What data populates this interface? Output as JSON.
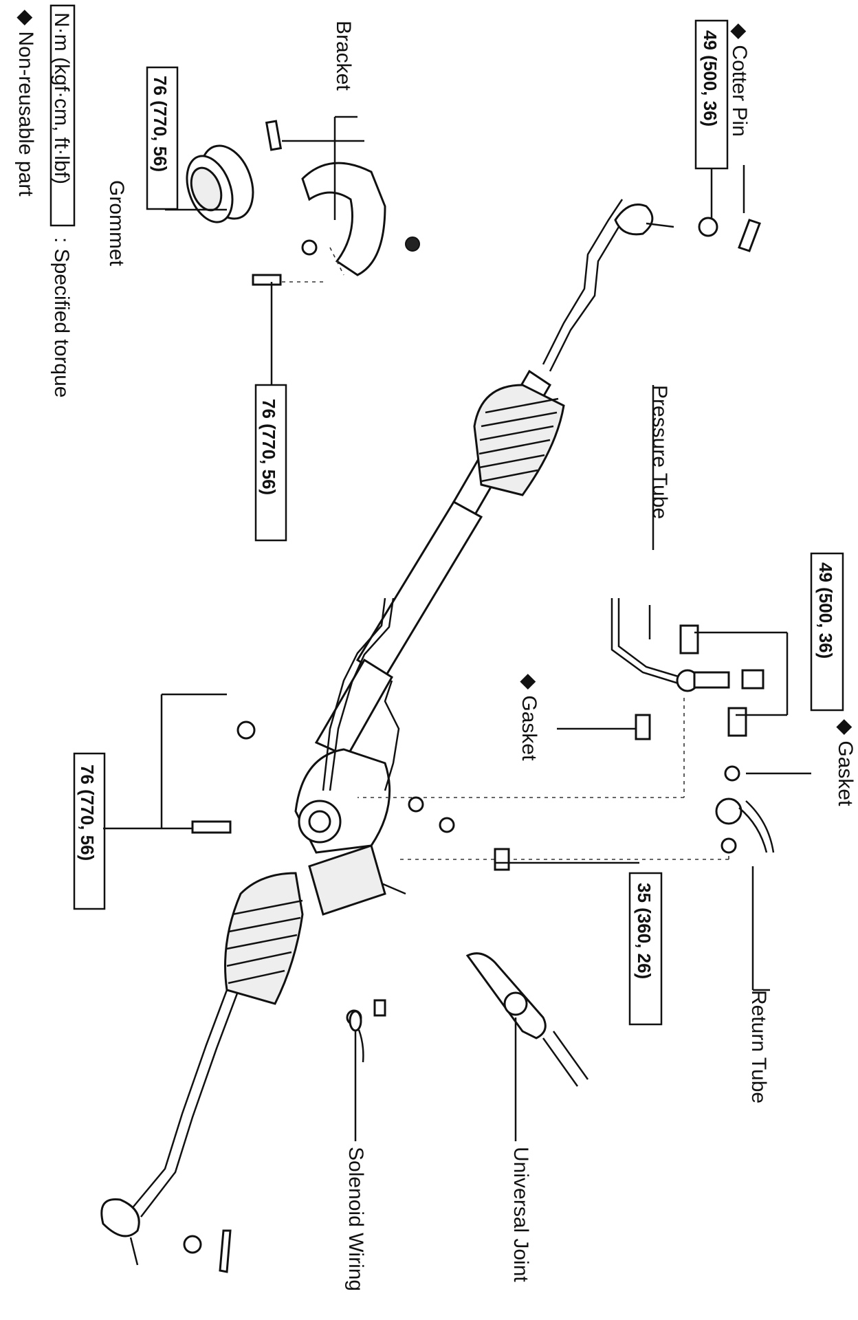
{
  "legend": {
    "torque_units": "N·m (kgf·cm, ft·lbf)",
    "torque_text": ": Specified torque",
    "nonreusable": "◆ Non-reusable part"
  },
  "labels": {
    "bracket": "Bracket",
    "grommet": "Grommet",
    "cotter_pin": "◆ Cotter Pin",
    "pressure_tube": "Pressure Tube",
    "gasket_left": "◆ Gasket",
    "gasket_right": "◆ Gasket",
    "return_tube": "Return Tube",
    "universal_joint": "Universal Joint",
    "solenoid_wiring": "Solenoid Wiring"
  },
  "torques": {
    "bracket_bolt_top": "76 (770, 56)",
    "bracket_bolt_lower": "76 (770, 56)",
    "cotter_nut": "49 (500, 36)",
    "union_bolts": "49 (500, 36)",
    "housing_bolt": "76 (770, 56)",
    "universal_joint_bolt": "35 (360, 26)"
  }
}
